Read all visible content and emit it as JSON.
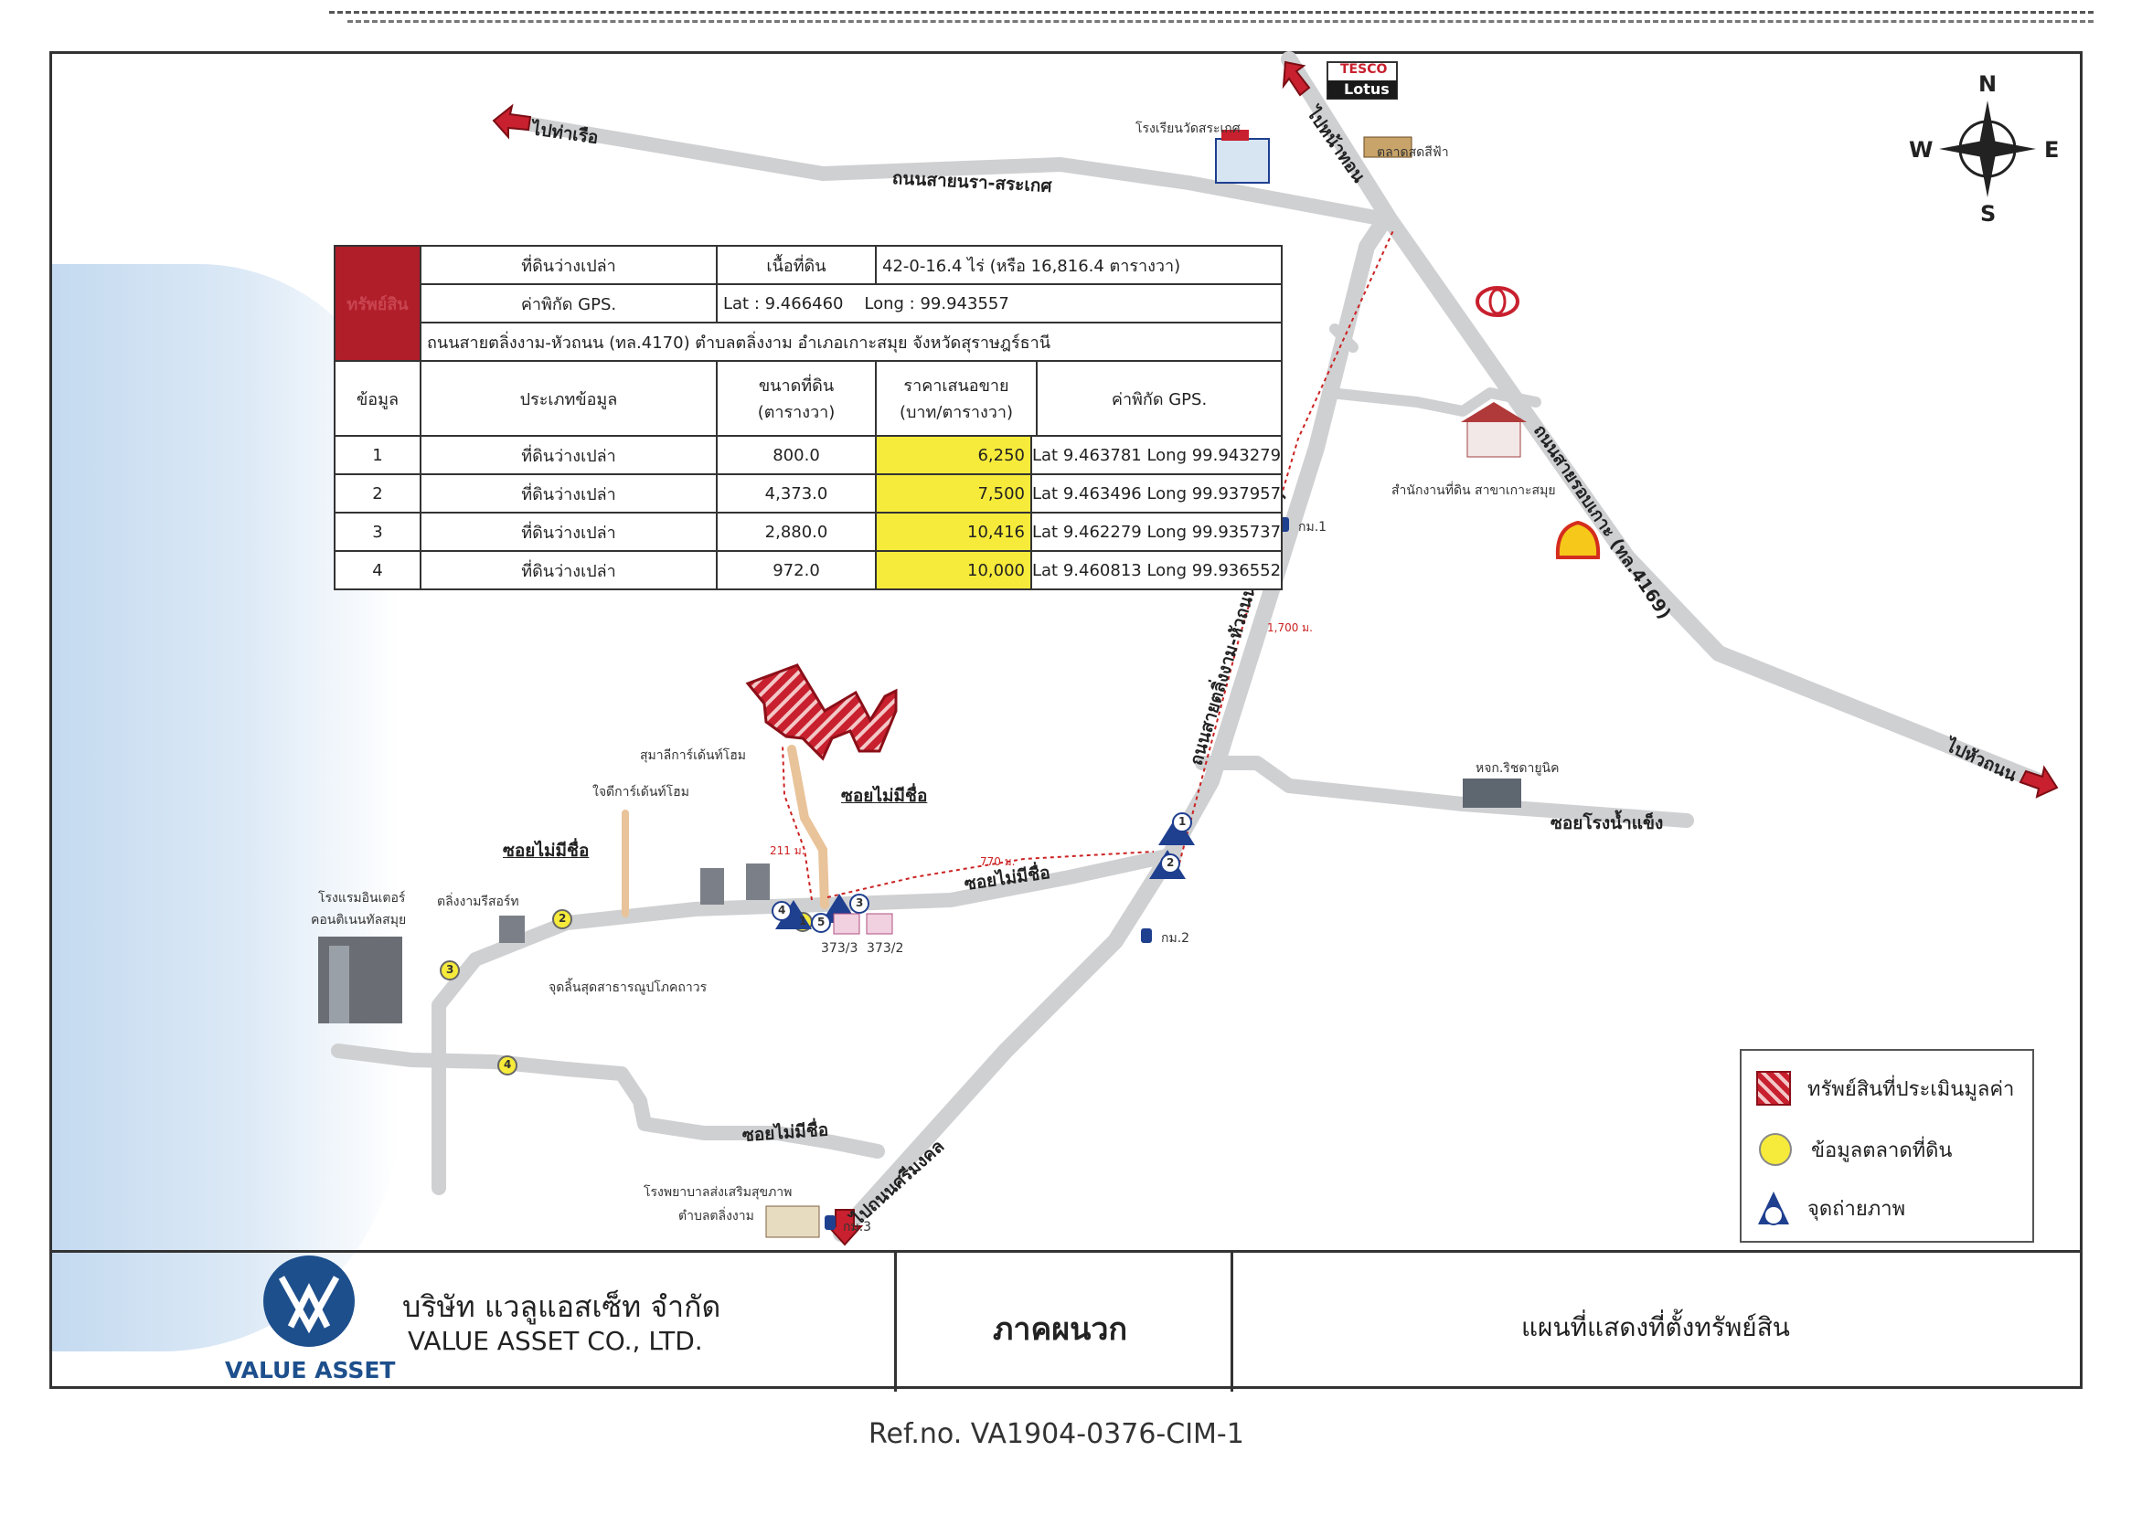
{
  "map": {
    "road_labels": {
      "sai_nara": "ถนนสายนรา-สระเกศ",
      "tha_rua": "ไปท่าเรือ",
      "na_thon": "ไปหน้าทอน",
      "ring_road": "ถนนสายรอบเกาะ (ทล.4169)",
      "hua_thanon": "ไปหัวถนน",
      "ling_ngam_road": "ถนนสายตลิ่งงาม-หัวถนน (ทล.4170)",
      "nameless_soi_1": "ซอยไม่มีชื่อ",
      "nameless_soi_2": "ซอยไม่มีชื่อ",
      "nameless_soi_3": "ซอยไม่มีชื่อ",
      "nameless_soi_4": "ซอยไม่มีชื่อ",
      "ice_factory_soi": "ซอยโรงน้ำแข็ง",
      "to_nathon_south": "ไปถนนศรีมงคล"
    },
    "landmarks": {
      "tesco_top": "TESCO",
      "tesco_bottom": "Lotus",
      "school": "โรงเรียนวัดสระเกศ",
      "market": "ตลาดสดสีฟ้า",
      "land_office": "สำนักงานที่ดิน สาขาเกาะสมุย",
      "rich_ice": "หจก.ริชดายูนิค",
      "hotel_line1": "โรงแรมอินเตอร์",
      "hotel_line2": "คอนติเนนทัลสมุย",
      "ling_ngam_resort": "ตลิ่งงามรีสอร์ท",
      "jidi_home": "ใจดีการ์เด้นท์โฮม",
      "suma_home": "สุมาลีการ์เด้นท์โฮม",
      "pole": "จุดลิ้นสุดสาธารณูปโภคถาวร",
      "hospital_line1": "โรงพยาบาลส่งเสริมสุขภาพ",
      "hospital_line2": "ตำบลตลิ่งงาม",
      "km1": "กม.1",
      "km2": "กม.2",
      "km3": "กม.3",
      "house_a": "373/3",
      "house_b": "373/2",
      "dist_1700": "1,700 ม.",
      "dist_770": "770 ม.",
      "dist_211": "211 ม."
    },
    "photo_points": [
      "1",
      "2",
      "3",
      "4",
      "5"
    ],
    "data_points": [
      "1",
      "2",
      "3",
      "4"
    ],
    "compass": {
      "n": "N",
      "s": "S",
      "e": "E",
      "w": "W"
    },
    "colors": {
      "road": "#cfd0d2",
      "property": "#c8202e",
      "data_marker": "#f6eb3a",
      "photo_marker": "#1f3f8f",
      "dist_line": "#c22"
    }
  },
  "table": {
    "property_label": "ทรัพย์สิน",
    "land_type": "ที่ดินว่างเปล่า",
    "area_label": "เนื้อที่ดิน",
    "area_value": "42-0-16.4 ไร่ (หรือ 16,816.4 ตารางวา)",
    "gps_label": "ค่าพิกัด GPS.",
    "lat": "Lat : 9.466460",
    "long": "Long : 99.943557",
    "location": "ถนนสายตลิ่งงาม-หัวถนน (ทล.4170) ตำบลตลิ่งงาม อำเภอเกาะสมุย จังหวัดสุราษฎร์ธานี",
    "headers": {
      "data": "ข้อมูล",
      "type": "ประเภทข้อมูล",
      "size_1": "ขนาดที่ดิน",
      "size_2": "(ตารางวา)",
      "price_1": "ราคาเสนอขาย",
      "price_2": "(บาท/ตารางวา)",
      "gps": "ค่าพิกัด GPS."
    },
    "rows": [
      {
        "no": "1",
        "type": "ที่ดินว่างเปล่า",
        "size": "800.0",
        "price": "6,250",
        "gps": "Lat 9.463781  Long 99.943279"
      },
      {
        "no": "2",
        "type": "ที่ดินว่างเปล่า",
        "size": "4,373.0",
        "price": "7,500",
        "gps": "Lat 9.463496  Long 99.937957"
      },
      {
        "no": "3",
        "type": "ที่ดินว่างเปล่า",
        "size": "2,880.0",
        "price": "10,416",
        "gps": "Lat 9.462279  Long 99.935737"
      },
      {
        "no": "4",
        "type": "ที่ดินว่างเปล่า",
        "size": "972.0",
        "price": "10,000",
        "gps": "Lat 9.460813  Long 99.936552"
      }
    ]
  },
  "legend": {
    "property": "ทรัพย์สินที่ประเมินมูลค่า",
    "data": "ข้อมูลตลาดที่ดิน",
    "photo": "จุดถ่ายภาพ"
  },
  "footer": {
    "company_th": "บริษัท แวลูแอสเซ็ท จำกัด",
    "company_en": "VALUE ASSET CO., LTD.",
    "logo_text": "VALUE ASSET",
    "appendix": "ภาคผนวก",
    "map_title": "แผนที่แสดงที่ตั้งทรัพย์สิน"
  },
  "ref_no": "Ref.no. VA1904-0376-CIM-1"
}
